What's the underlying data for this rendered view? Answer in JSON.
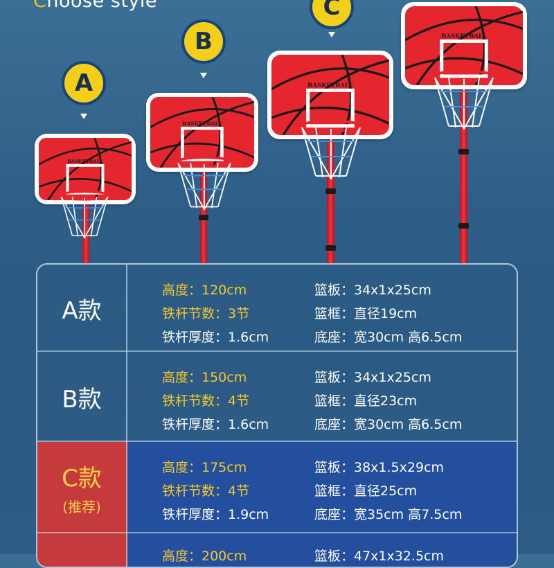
{
  "header": {
    "title_first": "C",
    "title_rest": "hoose style"
  },
  "badges": [
    "A",
    "B",
    "C"
  ],
  "board_text": "BASKETBALL",
  "rows": [
    {
      "label": "A款",
      "note": "",
      "height": "高度：120cm",
      "sections": "铁杆节数：3节",
      "thickness": "铁杆厚度：1.6cm",
      "board": "篮板：34x1x25cm",
      "rim": "篮框：直径19cm",
      "base": "底座：宽30cm 高6.5cm"
    },
    {
      "label": "B款",
      "note": "",
      "height": "高度：150cm",
      "sections": "铁杆节数：4节",
      "thickness": "铁杆厚度：1.6cm",
      "board": "篮板：34x1x25cm",
      "rim": "篮框：直径23cm",
      "base": "底座：宽30cm 高6.5cm"
    },
    {
      "label": "C款",
      "note": "(推荐)",
      "height": "高度：175cm",
      "sections": "铁杆节数：4节",
      "thickness": "铁杆厚度：1.9cm",
      "board": "篮板：38x1.5x29cm",
      "rim": "篮框：直径25cm",
      "base": "底座：宽35cm 高7.5cm"
    },
    {
      "label": "",
      "note": "",
      "height": "高度：200cm",
      "board": "篮板：47x1x32.5cm"
    }
  ],
  "colors": {
    "background": "#2e5f88",
    "badge": "#f3cf1a",
    "board_red": "#e5262e",
    "pole_red": "#e23038",
    "highlight_row": "#244f9e",
    "highlight_label": "#c53a3a",
    "accent_text": "#f5c92b"
  }
}
